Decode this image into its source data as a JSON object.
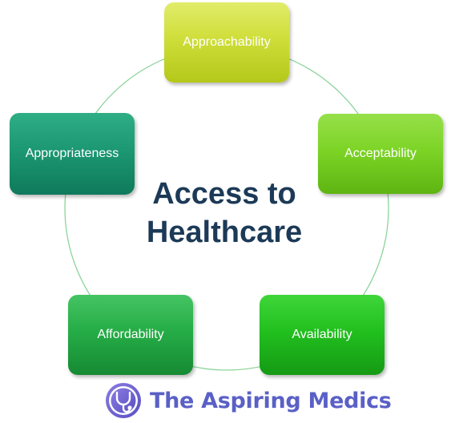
{
  "diagram": {
    "center_title": [
      "Access to",
      "Healthcare"
    ],
    "nodes": [
      {
        "label": "Approachability"
      },
      {
        "label": "Acceptability"
      },
      {
        "label": "Availability"
      },
      {
        "label": "Affordability"
      },
      {
        "label": "Appropriateness"
      }
    ],
    "colors": {
      "approachability": "#cfde3a",
      "acceptability": "#7dd426",
      "availability": "#22c01f",
      "affordability": "#26ad47",
      "appropriateness": "#1c9872",
      "title": "#1c3a57",
      "ring": "#8cd49a"
    }
  },
  "brand": {
    "name": "The Aspiring Medics",
    "logo_icon": "stethoscope-icon",
    "color": "#5a60c6"
  }
}
